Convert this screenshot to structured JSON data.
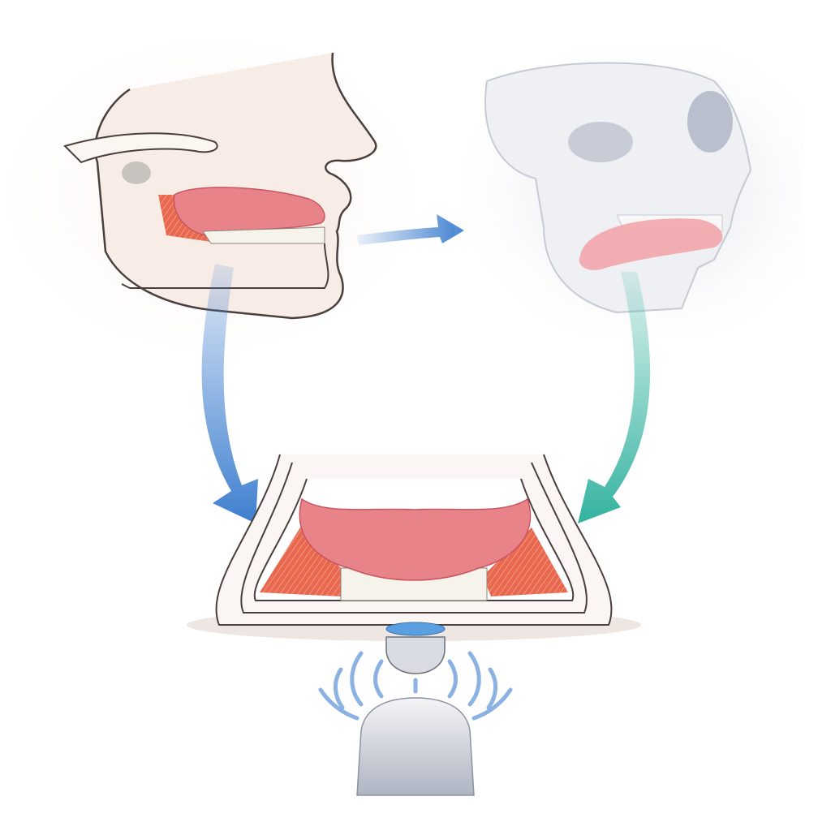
{
  "colors": {
    "background": "#ffffff",
    "skin": "#f7ece6",
    "outline": "#4a3f3c",
    "tongue": "#e9838a",
    "tongue_light": "#f2a5ab",
    "muscle": "#e8684f",
    "teeth": "#f6f3ea",
    "skull": "#e4e7ee",
    "skull_shadow": "#b9bfcc",
    "arrow_blue": "#3f7fcf",
    "arrow_teal": "#34b3a0",
    "probe_body": "#c9ced8",
    "probe_tip": "#5aa0e0",
    "wave": "#6f9fdc"
  },
  "panels": {
    "side_view": "face-profile-with-tongue",
    "skeletal_view": "translucent-skull-with-tongue",
    "cross_section": "coronal-tongue-cross-section",
    "device": "ultrasound-probe"
  }
}
